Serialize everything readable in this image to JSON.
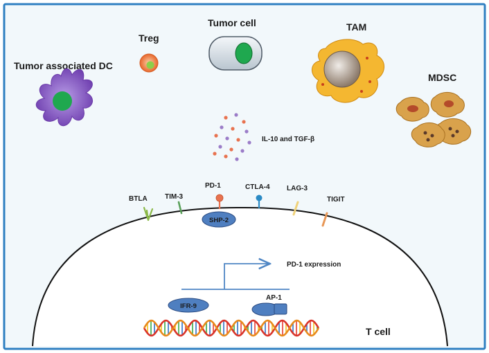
{
  "cells": {
    "dc": "Tumor associated DC",
    "treg": "Treg",
    "tumor": "Tumor cell",
    "tam": "TAM",
    "mdsc": "MDSC",
    "tcell": "T cell"
  },
  "cytokines": "IL-10 and TGF-β",
  "receptors": {
    "btla": "BTLA",
    "tim3": "TIM-3",
    "pd1": "PD-1",
    "ctla4": "CTLA-4",
    "lag3": "LAG-3",
    "tigit": "TIGIT"
  },
  "intracellular": {
    "shp2": "SHP-2",
    "expression": "PD-1 expression",
    "irf9": "IFR-9",
    "ap1": "AP-1"
  },
  "colors": {
    "frame": "#2f7fc1",
    "background": "#f2f8fb",
    "blue_protein": "#4f7fc0",
    "dc": "#8a5cc4",
    "nucleus_green": "#1fa84f",
    "tam": "#f4b731",
    "mdsc": "#d9a24c",
    "dot_red": "#e8724f",
    "dot_purple": "#9b7cc8"
  }
}
